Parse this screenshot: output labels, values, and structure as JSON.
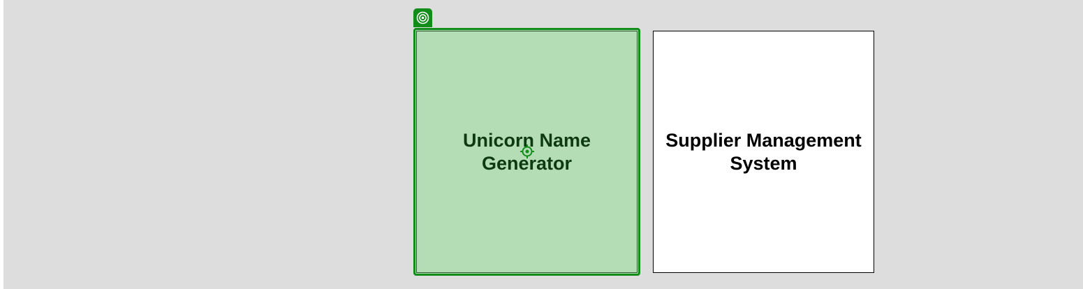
{
  "diagram": {
    "nodes": [
      {
        "id": "unicorn",
        "label": "Unicorn Name Generator",
        "selected": true,
        "fill": "#b4ddb6",
        "stroke": "#128d1a"
      },
      {
        "id": "supplier",
        "label": "Supplier Management System",
        "selected": false,
        "fill": "#ffffff",
        "stroke": "#000000"
      }
    ]
  },
  "colors": {
    "canvas": "#dddddd",
    "selection": "#128d1a"
  },
  "icons": {
    "selection_tab": "target-icon",
    "center_handle": "crosshair-icon"
  }
}
